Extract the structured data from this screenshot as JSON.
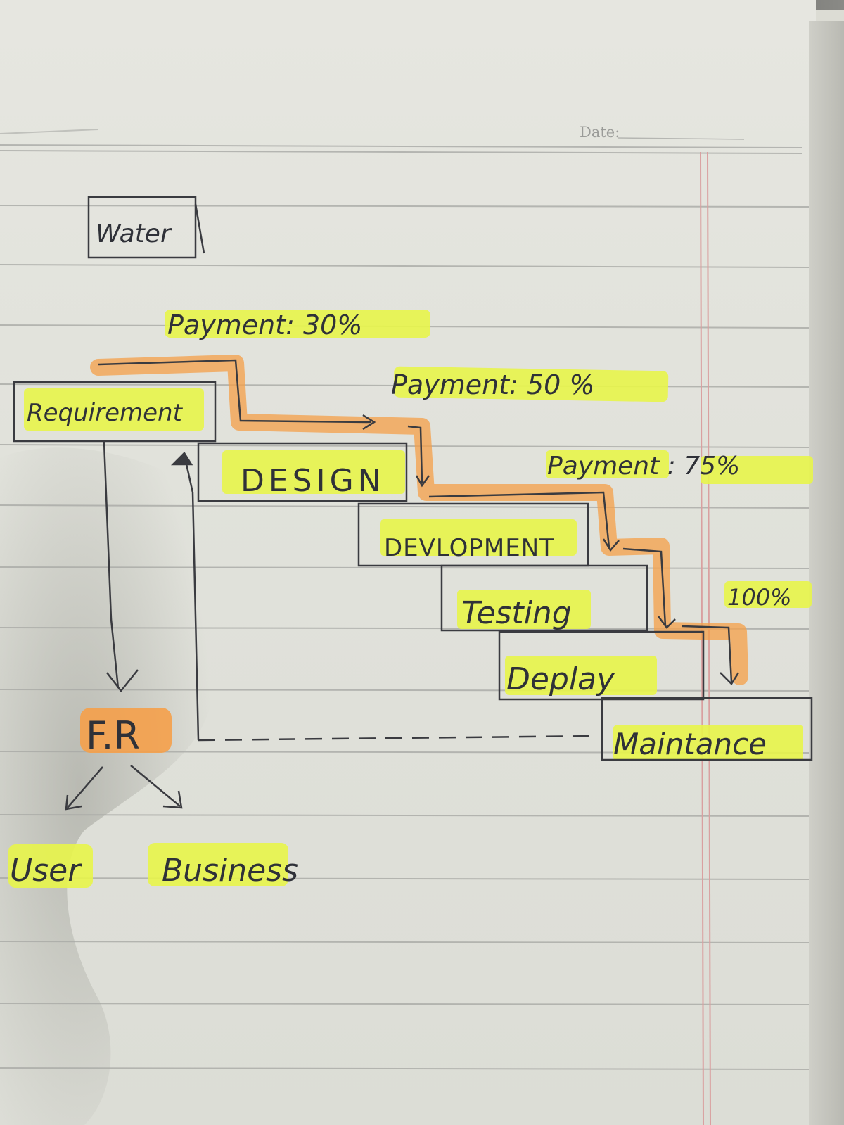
{
  "page": {
    "date_label": "Date:"
  },
  "diagram": {
    "title": "Water",
    "payments": {
      "p30": "Payment: 30%",
      "p50": "Payment: 50 %",
      "p75": "Payment : 75%",
      "p100": "100%"
    },
    "stages": [
      {
        "label": "Requirement"
      },
      {
        "label": "DESIGN"
      },
      {
        "label": "DEVLOPMENT"
      },
      {
        "label": "Testing"
      },
      {
        "label": "Deplay"
      },
      {
        "label": "Maintance"
      }
    ],
    "fr": {
      "label": "F.R",
      "children": [
        "User",
        "Business"
      ]
    },
    "colors": {
      "highlight_yellow": "#e8f54a",
      "highlight_orange": "#f5a04a",
      "ink": "#2f3138",
      "margin_red": "#d9a0a0"
    }
  }
}
